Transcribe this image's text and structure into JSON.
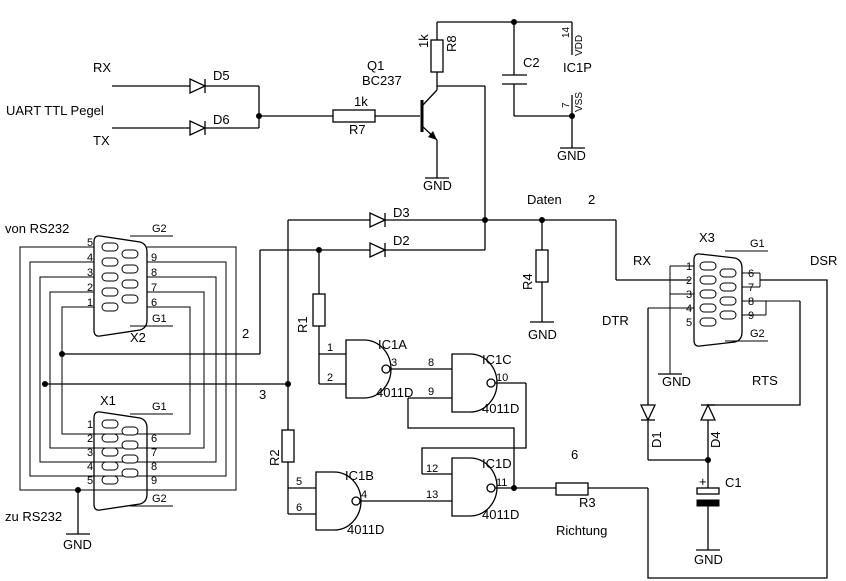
{
  "labels": {
    "rx_in": "RX",
    "uart": "UART TTL Pegel",
    "tx_in": "TX",
    "d5": "D5",
    "d6": "D6",
    "r7": "R7",
    "r7_val": "1k",
    "q1": "Q1",
    "q1_type": "BC237",
    "r8": "R8",
    "r8_val": "1k",
    "c2": "C2",
    "ic1p": "IC1P",
    "vdd_pin": "14",
    "vdd": "VDD",
    "vss_pin": "7",
    "vss": "VSS",
    "gnd": "GND",
    "daten": "Daten",
    "daten_num": "2",
    "d3": "D3",
    "d2": "D2",
    "von_rs232": "von RS232",
    "zu_rs232": "zu RS232",
    "x1": "X1",
    "x2": "X2",
    "x3": "X3",
    "g1": "G1",
    "g2": "G2",
    "r1": "R1",
    "r2": "R2",
    "r3": "R3",
    "r4": "R4",
    "ic1a": "IC1A",
    "ic1b": "IC1B",
    "ic1c": "IC1C",
    "ic1d": "IC1D",
    "ic_type": "4011D",
    "net2": "2",
    "net3": "3",
    "net6": "6",
    "rx_x3": "RX",
    "dsr": "DSR",
    "dtr": "DTR",
    "rts": "RTS",
    "d1": "D1",
    "d4": "D4",
    "c1": "C1",
    "richtung": "Richtung",
    "c1_plus": "+",
    "pins": {
      "ic1a_in1": "1",
      "ic1a_in2": "2",
      "ic1a_out": "3",
      "ic1b_in1": "5",
      "ic1b_in2": "6",
      "ic1b_out": "4",
      "ic1c_in1": "8",
      "ic1c_in2": "9",
      "ic1c_out": "10",
      "ic1d_in1": "12",
      "ic1d_in2": "13",
      "ic1d_out": "11"
    },
    "sub_left": [
      "1",
      "2",
      "3",
      "4",
      "5"
    ],
    "sub_right": [
      "6",
      "7",
      "8",
      "9"
    ],
    "sub_left_rev": [
      "5",
      "4",
      "3",
      "2",
      "1"
    ],
    "sub_right_rev": [
      "9",
      "8",
      "7",
      "6"
    ]
  }
}
